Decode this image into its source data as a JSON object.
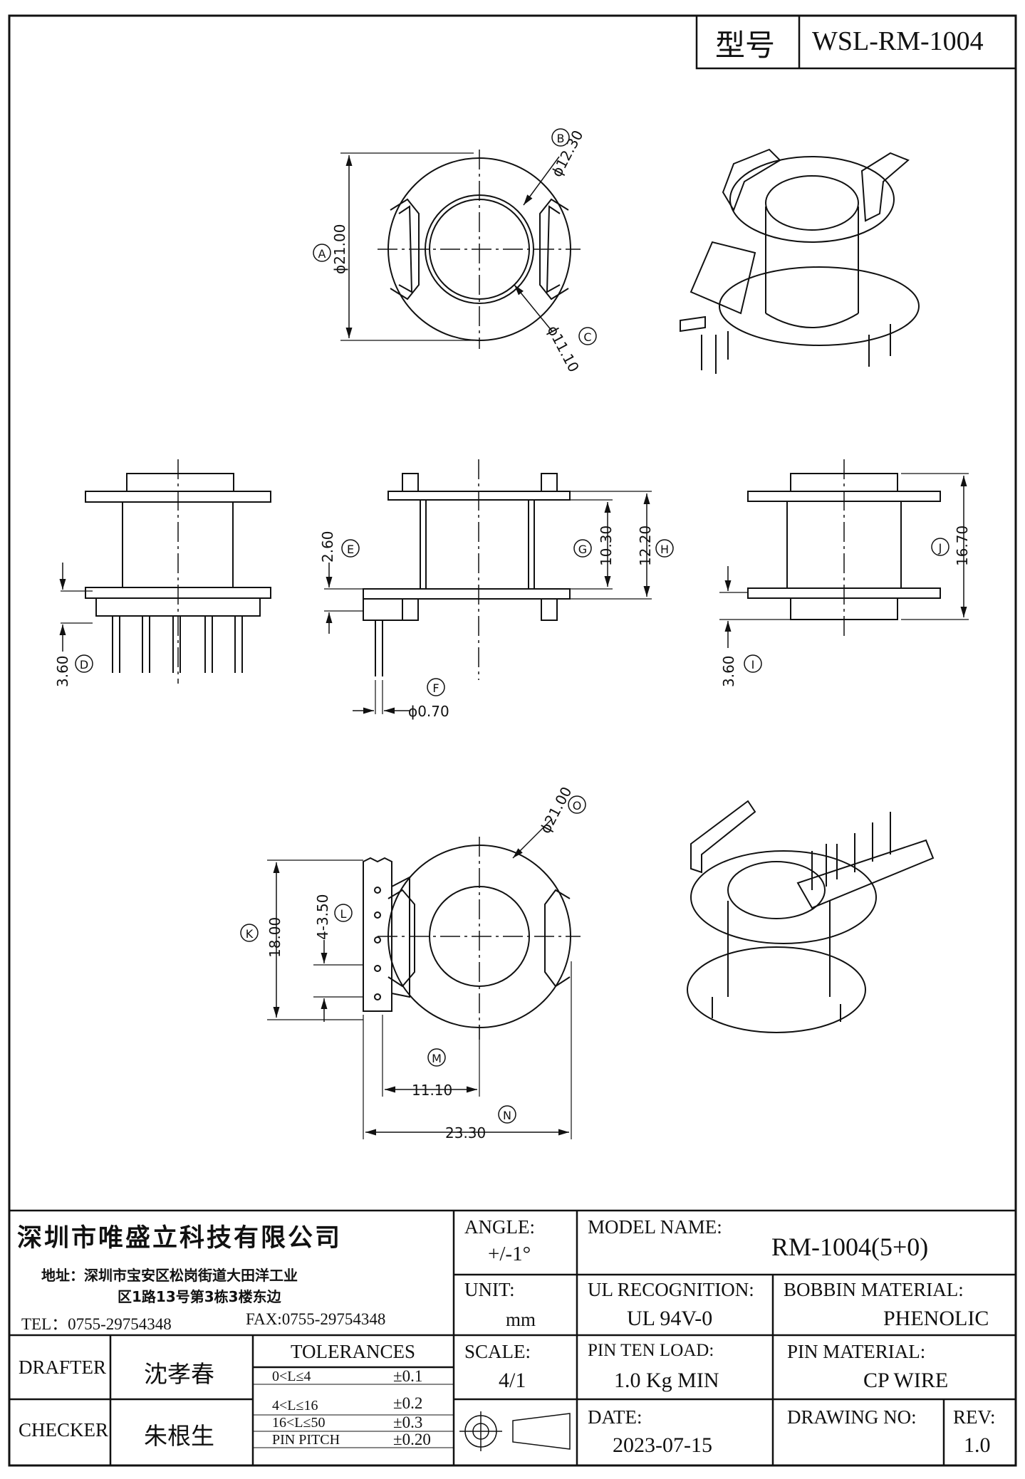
{
  "header": {
    "type_label": "型号",
    "model_code": "WSL-RM-1004"
  },
  "dimensions": {
    "A": "ϕ21.00",
    "B": "ϕ12.30",
    "C": "ϕ11.10",
    "D": "3.60",
    "E": "2.60",
    "F": "ϕ0.70",
    "G": "10.30",
    "H": "12.20",
    "I": "3.60",
    "J": "16.70",
    "K": "18.00",
    "L": "4-3.50",
    "M": "11.10",
    "N": "23.30",
    "O": "ϕ21.00"
  },
  "callouts": [
    "A",
    "B",
    "C",
    "D",
    "E",
    "F",
    "G",
    "H",
    "I",
    "J",
    "K",
    "L",
    "M",
    "N",
    "O"
  ],
  "title_block": {
    "company": "深圳市唯盛立科技有限公司",
    "address_line1": "地址：深圳市宝安区松岗街道大田洋工业",
    "address_line2": "区1路13号第3栋3楼东边",
    "tel": "TEL：0755-29754348",
    "fax": "FAX:0755-29754348",
    "angle_label": "ANGLE:",
    "angle_value": "+/-1°",
    "model_name_label": "MODEL NAME:",
    "model_name_value": "RM-1004(5+0)",
    "unit_label": "UNIT:",
    "unit_value": "mm",
    "ul_label": "UL RECOGNITION:",
    "ul_value": "UL 94V-0",
    "bobbin_label": "BOBBIN MATERIAL:",
    "bobbin_value": "PHENOLIC",
    "drafter_label": "DRAFTER",
    "drafter_value": "沈孝春",
    "checker_label": "CHECKER",
    "checker_value": "朱根生",
    "tolerances_label": "TOLERANCES",
    "tolerances": [
      {
        "range": "0<L≤4",
        "value": "±0.1"
      },
      {
        "range": "4<L≤16",
        "value": "±0.2"
      },
      {
        "range": "16<L≤50",
        "value": "±0.3"
      },
      {
        "range": "PIN PITCH",
        "value": "±0.20"
      }
    ],
    "scale_label": "SCALE:",
    "scale_value": "4/1",
    "pin_load_label": "PIN TEN LOAD:",
    "pin_load_value": "1.0 Kg MIN",
    "pin_material_label": "PIN MATERIAL:",
    "pin_material_value": "CP WIRE",
    "date_label": "DATE:",
    "date_value": "2023-07-15",
    "drawing_no_label": "DRAWING NO:",
    "drawing_no_value": "",
    "rev_label": "REV:",
    "rev_value": "1.0"
  }
}
